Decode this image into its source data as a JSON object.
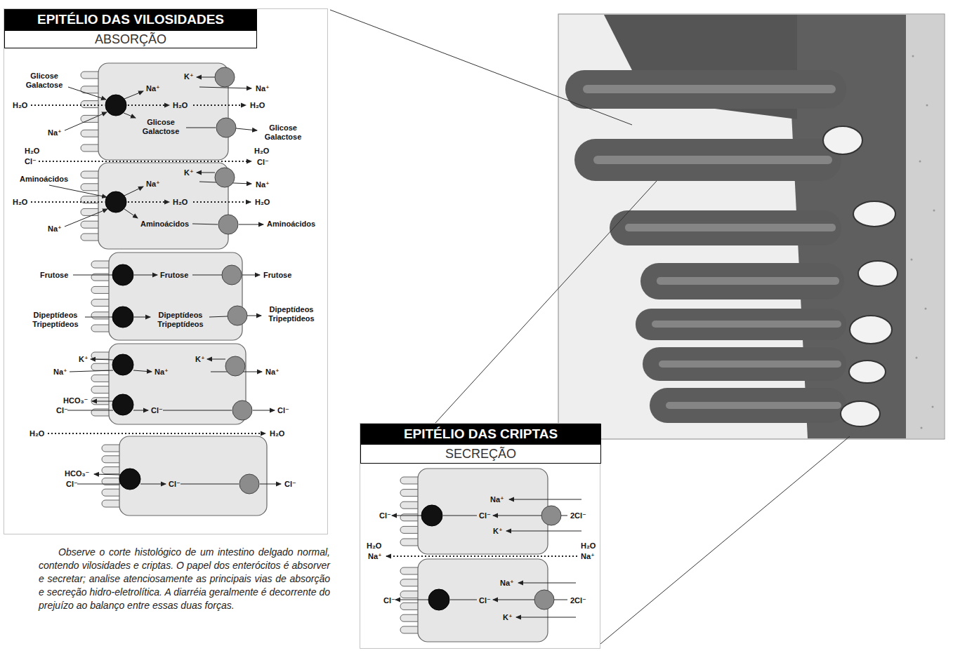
{
  "diagram": {
    "caption": "Observe o corte histológico de um intestino delgado normal, contendo vilosidades e criptas. O papel dos enterócitos é absorver e secretar; analise atenciosamente as principais vias de absorção e secreção hidro-eletrolítica. A diarréia geralmente é decorrente do prejuízo ao balanço entre essas duas forças.",
    "nodes": [
      {
        "text": [
          "EPITÉLIO DAS VILOSIDADES",
          "ABSORÇÃO"
        ]
      },
      {
        "text": [
          "EPITÉLIO DAS CRIPTAS",
          "SECREÇÃO"
        ]
      }
    ],
    "labels": [
      "K⁺",
      "Glicose Galactose",
      "Na⁺",
      "Na⁺",
      "H₂O",
      "H₂O",
      "H₂O",
      "Glicose Galactose",
      "Glicose Galactose",
      "Na⁺",
      "H₂O",
      "H₂O",
      "Cl⁻",
      "Cl⁻",
      "K⁺",
      "Aminoácidos",
      "Na⁺",
      "Na⁺",
      "H₂O",
      "H₂O",
      "H₂O",
      "Aminoácidos",
      "Aminoácidos",
      "Na⁺",
      "Frutose",
      "Frutose",
      "Frutose",
      "Dipeptídeos Tripeptídeos",
      "Dipeptídeos Tripeptídeos",
      "Dipeptídeos Tripeptídeos",
      "K⁺",
      "K⁺",
      "Na⁺",
      "Na⁺",
      "Na⁺",
      "HCO₃⁻",
      "Cl⁻",
      "Cl⁻",
      "Cl⁻",
      "H₂O",
      "H₂O",
      "HCO₃⁻",
      "Cl⁻",
      "Cl⁻",
      "Cl⁻",
      "Na⁺",
      "Cl⁻",
      "Cl⁻",
      "2Cl⁻",
      "K⁺",
      "H₂O",
      "H₂O",
      "Na⁺",
      "Na⁺",
      "Na⁺",
      "Cl⁻",
      "Cl⁻",
      "2Cl⁻",
      "K⁺"
    ]
  }
}
